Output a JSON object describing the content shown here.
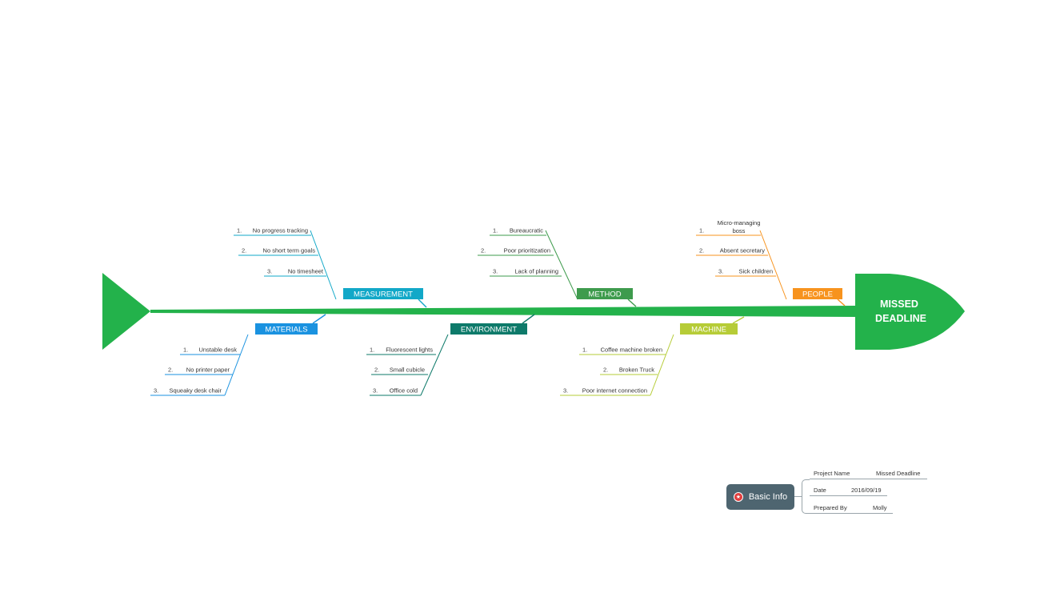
{
  "effect": {
    "label": "MISSED DEADLINE",
    "lines": [
      "MISSED",
      "DEADLINE"
    ],
    "color": "#23b24b"
  },
  "spine_color": "#23b24b",
  "categories": [
    {
      "id": "measurement",
      "label": "MEASUREMENT",
      "color": "#12a8c8",
      "position": "top",
      "causes": [
        {
          "num": "1.",
          "text": [
            "No progress tracking"
          ]
        },
        {
          "num": "2.",
          "text": [
            "No short term goals"
          ]
        },
        {
          "num": "3.",
          "text": [
            "No timesheet"
          ]
        }
      ]
    },
    {
      "id": "method",
      "label": "METHOD",
      "color": "#3e9b4d",
      "position": "top",
      "causes": [
        {
          "num": "1.",
          "text": [
            "Bureaucratic"
          ]
        },
        {
          "num": "2.",
          "text": [
            "Poor prioritization"
          ]
        },
        {
          "num": "3.",
          "text": [
            "Lack of planning"
          ]
        }
      ]
    },
    {
      "id": "people",
      "label": "PEOPLE",
      "color": "#f7931e",
      "position": "top",
      "causes": [
        {
          "num": "1.",
          "text": [
            "Micro-managing",
            "boss"
          ]
        },
        {
          "num": "2.",
          "text": [
            "Absent secretary"
          ]
        },
        {
          "num": "3.",
          "text": [
            "Sick children"
          ]
        }
      ]
    },
    {
      "id": "materials",
      "label": "MATERIALS",
      "color": "#1a92e0",
      "position": "bottom",
      "causes": [
        {
          "num": "1.",
          "text": [
            "Unstable desk"
          ]
        },
        {
          "num": "2.",
          "text": [
            "No printer paper"
          ]
        },
        {
          "num": "3.",
          "text": [
            "Squeaky desk chair"
          ]
        }
      ]
    },
    {
      "id": "environment",
      "label": "ENVIRONMENT",
      "color": "#0e7a6a",
      "position": "bottom",
      "causes": [
        {
          "num": "1.",
          "text": [
            "Fluorescent lights"
          ]
        },
        {
          "num": "2.",
          "text": [
            "Small cubicle"
          ]
        },
        {
          "num": "3.",
          "text": [
            "Office cold"
          ]
        }
      ]
    },
    {
      "id": "machine",
      "label": "MACHINE",
      "color": "#b6cc37",
      "position": "bottom",
      "causes": [
        {
          "num": "1.",
          "text": [
            "Coffee machine broken"
          ]
        },
        {
          "num": "2.",
          "text": [
            "Broken Truck"
          ]
        },
        {
          "num": "3.",
          "text": [
            "Poor internet connection"
          ]
        }
      ]
    }
  ],
  "basic_info": {
    "label": "Basic Info",
    "icon": "star-badge-icon",
    "icon_color": "#e23b3b",
    "rows": [
      {
        "key": "Project Name",
        "value": "Missed Deadline"
      },
      {
        "key": "Date",
        "value": "2016/09/19"
      },
      {
        "key": "Prepared By",
        "value": "Molly"
      }
    ]
  }
}
